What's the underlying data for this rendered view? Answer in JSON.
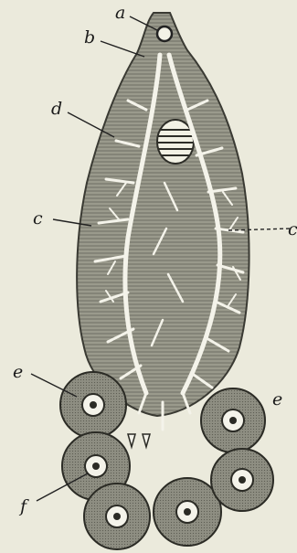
{
  "figure": {
    "labels": {
      "a": "a",
      "b": "b",
      "d": "d",
      "c_right": "c",
      "c_left": "c",
      "e_left": "e",
      "e_right": "e",
      "f": "f"
    }
  }
}
